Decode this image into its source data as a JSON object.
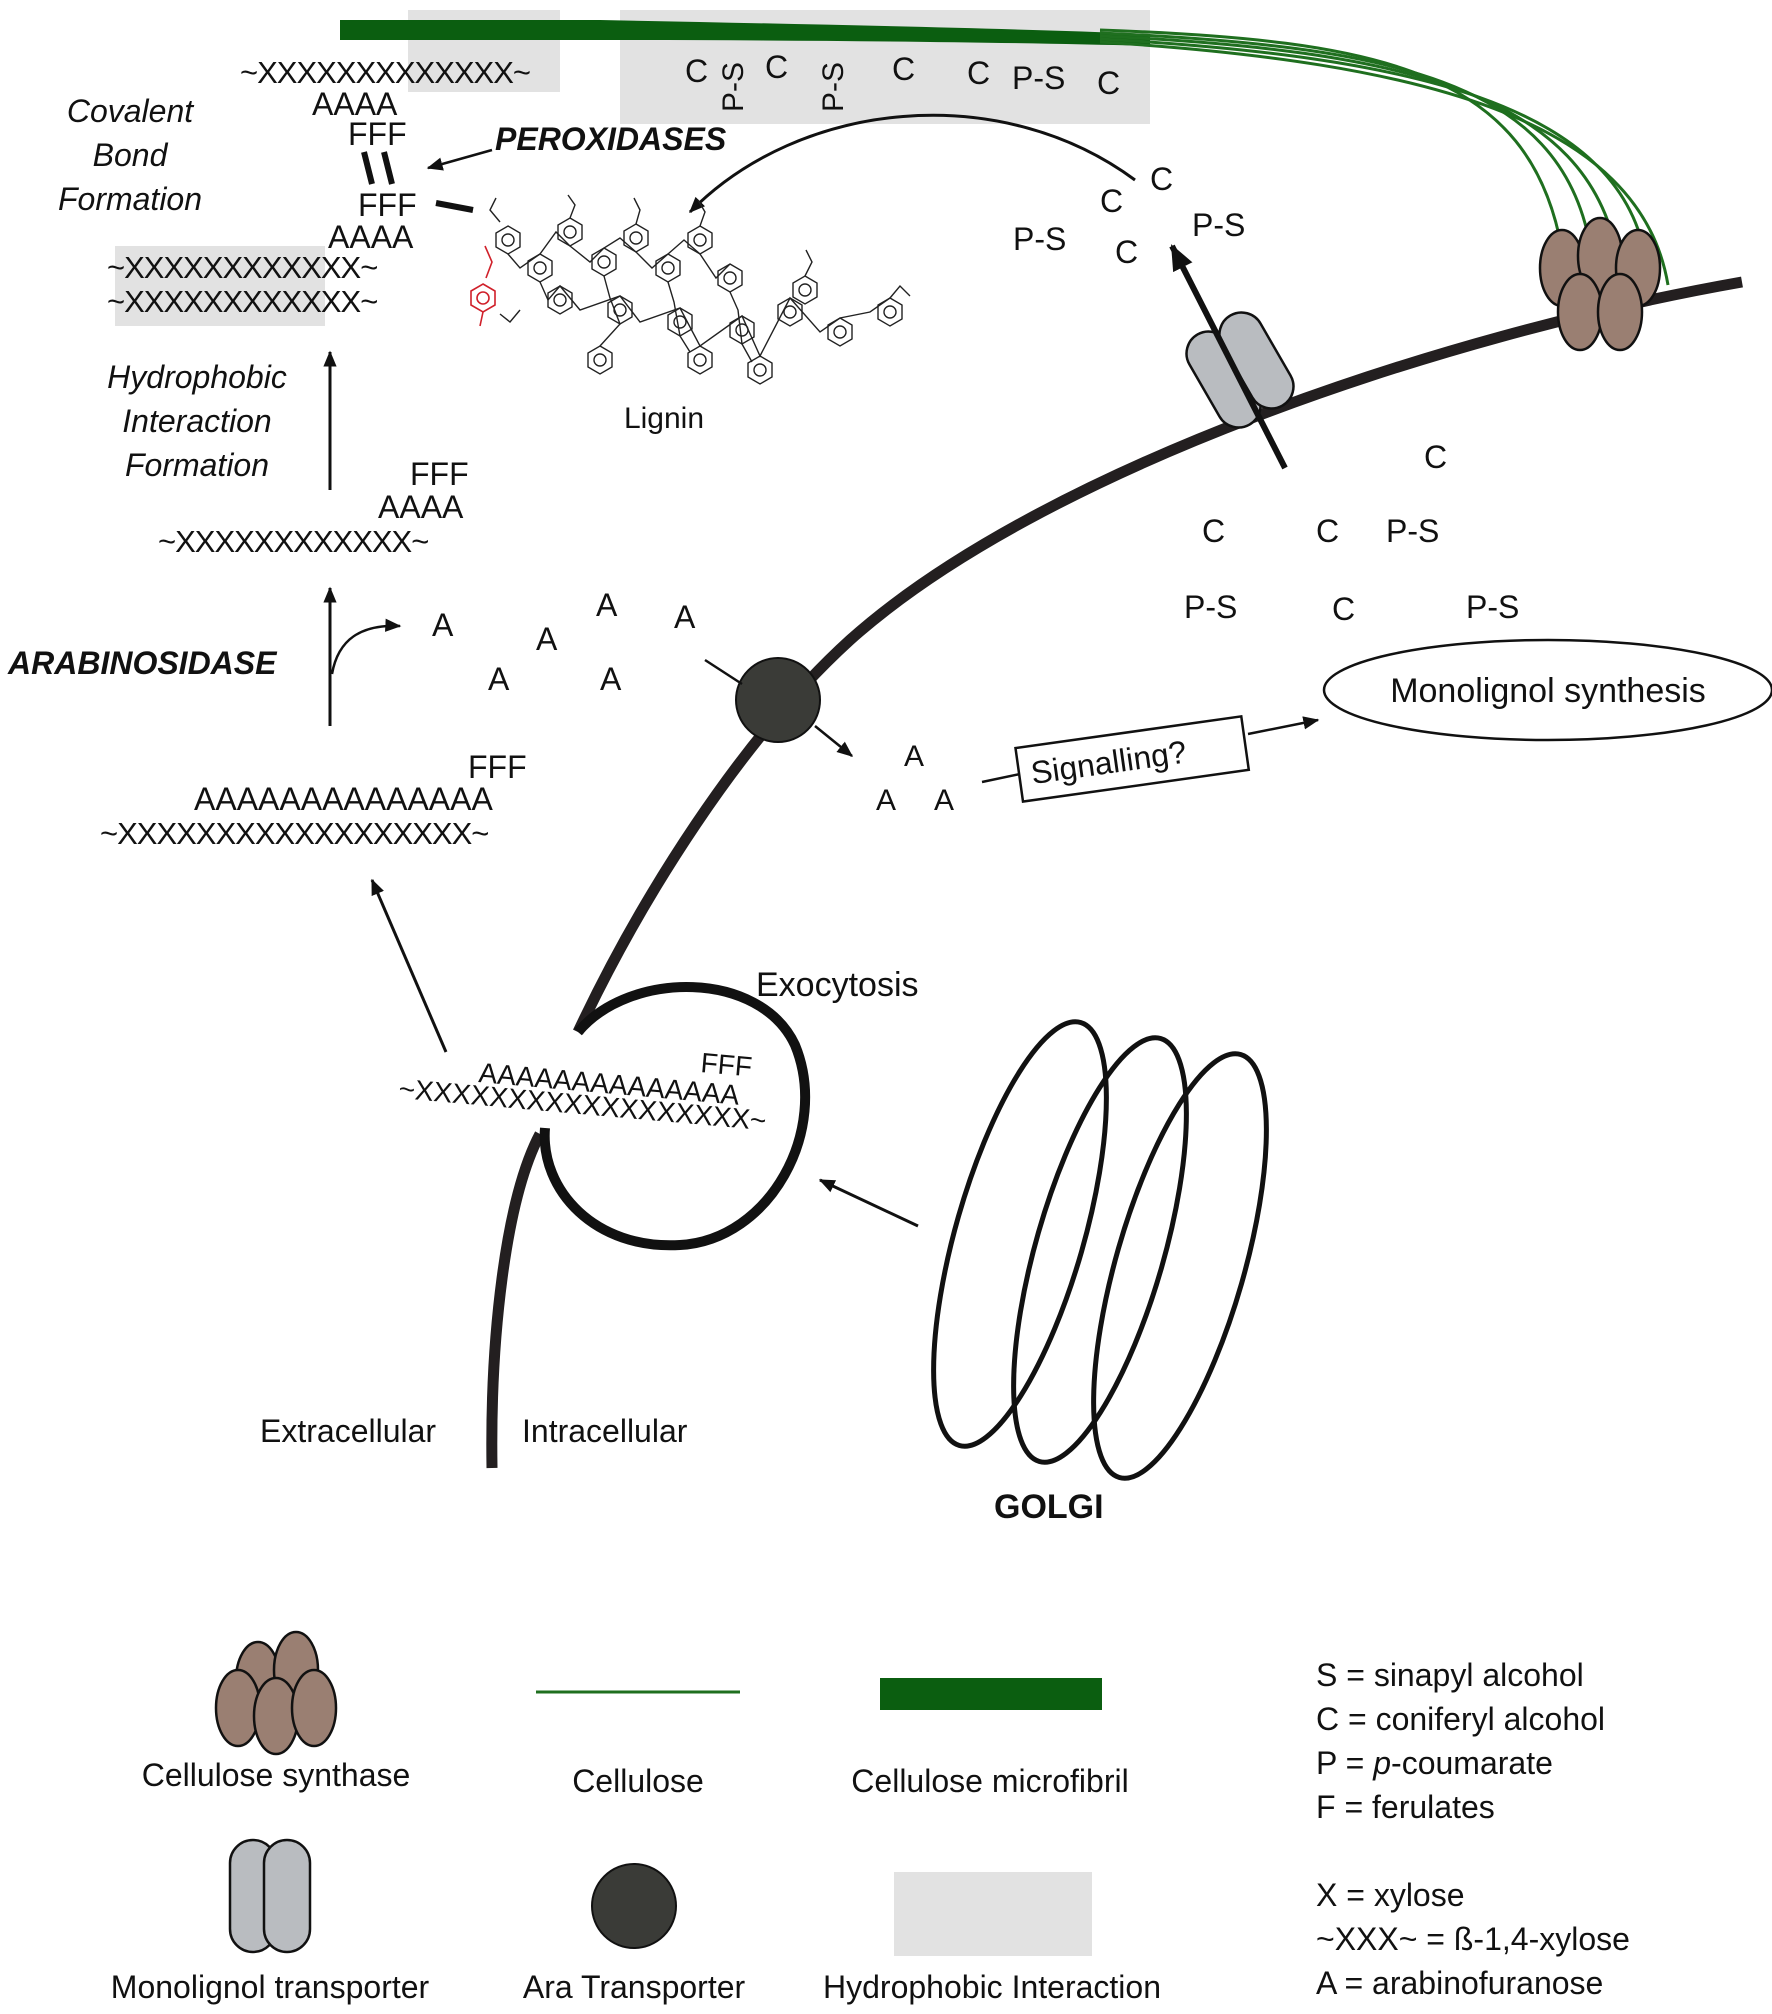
{
  "labels": {
    "covalent_1": "Covalent",
    "covalent_2": "Bond",
    "covalent_3": "Formation",
    "peroxidases": "PEROXIDASES",
    "lignin": "Lignin",
    "hydro_1": "Hydrophobic",
    "hydro_2": "Interaction",
    "hydro_3": "Formation",
    "arabinosidase": "ARABINOSIDASE",
    "signalling": "Signalling?",
    "monolignol_synthesis": "Monolignol synthesis",
    "exocytosis": "Exocytosis",
    "extracellular": "Extracellular",
    "intracellular": "Intracellular",
    "golgi": "GOLGI"
  },
  "chains": {
    "top_xylan": "~XXXXXXXXXXXXX~",
    "top_a": "AAAA",
    "top_f": "FFF",
    "mid_f": "FFF",
    "mid_a": "AAAA",
    "pair_1": "~XXXXXXXXXXXX~",
    "pair_2": "~XXXXXXXXXXXX~",
    "hydro_f": "FFF",
    "hydro_a": "AAAA",
    "hydro_x": "~XXXXXXXXXXXX~",
    "full_f": "FFF",
    "full_a": "AAAAAAAAAAAAAA",
    "full_x": "~XXXXXXXXXXXXXXXXXX~",
    "vesicle_f": "FFF",
    "vesicle_a": "AAAAAAAAAAAAAA",
    "vesicle_x": "~XXXXXXXXXXXXXXXXXX~"
  },
  "microfibril_monolignols": [
    "C",
    "P-S",
    "C",
    "P-S",
    "C",
    "C",
    "P-S",
    "C"
  ],
  "released_monolignols": [
    "C",
    "C",
    "C",
    "P-S",
    "P-S"
  ],
  "intracellular_monolignols": [
    "C",
    "C",
    "C",
    "P-S",
    "P-S",
    "C",
    "P-S"
  ],
  "free_arabinose": [
    "A",
    "A",
    "A",
    "A",
    "A",
    "A"
  ],
  "imported_arabinose": [
    "A",
    "A",
    "A"
  ],
  "legend": {
    "cellulose_synthase": "Cellulose synthase",
    "cellulose": "Cellulose",
    "cellulose_microfibril": "Cellulose microfibril",
    "monolignol_transporter": "Monolignol transporter",
    "ara_transporter": "Ara Transporter",
    "hydrophobic_interaction": "Hydrophobic Interaction"
  },
  "key": {
    "s": "S = sinapyl alcohol",
    "c": "C = coniferyl alcohol",
    "p_prefix": "P = ",
    "p_italic": "p",
    "p_suffix": "-coumarate",
    "f": "F = ferulates",
    "x": "X = xylose",
    "xxx": "~XXX~ = ß-1,4-xylose",
    "a": "A = arabinofuranose"
  },
  "colors": {
    "microfibril": "#0b5e10",
    "cellulose": "#1f6f1f",
    "synthase": "#9a7f72",
    "transporter": "#b9bcc0",
    "ara_transporter": "#3a3b37",
    "hydrophobic_shade": "#e2e2e2",
    "membrane": "#231f20",
    "lignin_red": "#d0202a"
  }
}
